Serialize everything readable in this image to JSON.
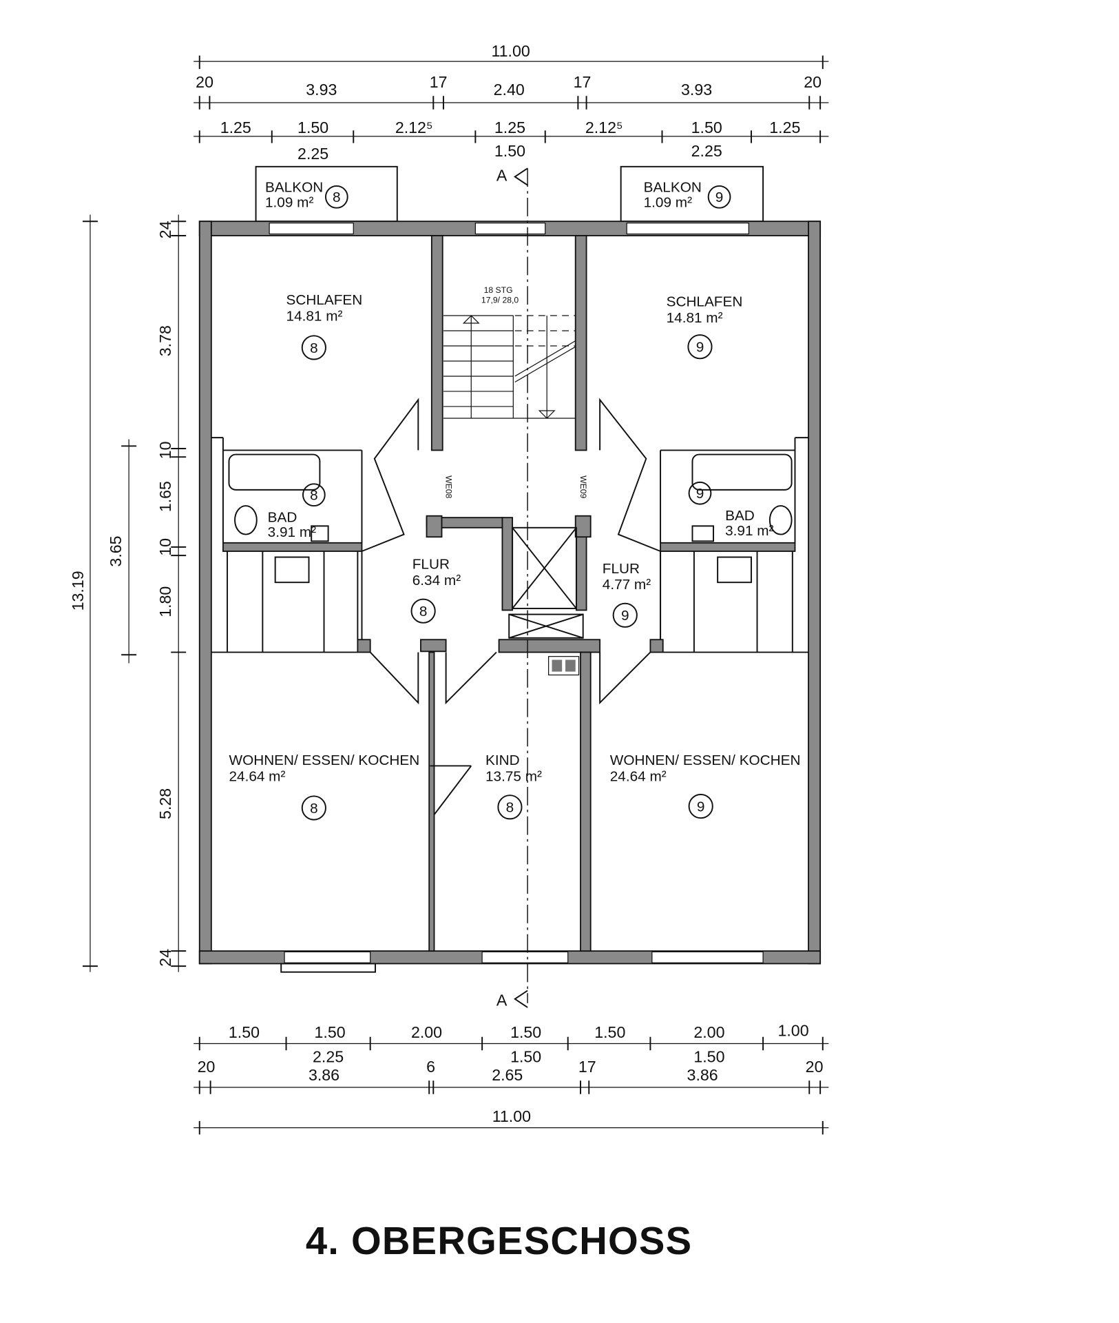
{
  "title": "4. OBERGESCHOSS",
  "dims_top": [
    "11.00",
    "20",
    "3.93",
    "17",
    "2.40",
    "17",
    "3.93",
    "20",
    "1.25",
    "1.50",
    "2.12⁵",
    "1.25",
    "2.12⁵",
    "1.50",
    "1.25",
    "2.25",
    "1.50",
    "2.25"
  ],
  "dims_left": [
    "13.19",
    "3.65",
    "24",
    "3.78",
    "10",
    "1.65",
    "10",
    "1.80",
    "5.28",
    "24"
  ],
  "dims_bottom": [
    "1.50",
    "1.50",
    "2.00",
    "1.50",
    "1.50",
    "2.00",
    "1.00",
    "2.25",
    "1.50",
    "1.50",
    "20",
    "3.86",
    "6",
    "2.65",
    "17",
    "3.86",
    "20",
    "11.00"
  ],
  "section_marks": [
    "A",
    "A"
  ],
  "stair": {
    "label": "18 STG",
    "ratio": "17,9/ 28,0"
  },
  "unit_labels": [
    "WE08",
    "WE09"
  ],
  "rooms": {
    "balkon8": {
      "name": "BALKON",
      "area": "1.09 m²",
      "unit": "8"
    },
    "balkon9": {
      "name": "BALKON",
      "area": "1.09 m²",
      "unit": "9"
    },
    "schlafen8": {
      "name": "SCHLAFEN",
      "area": "14.81 m²",
      "unit": "8"
    },
    "schlafen9": {
      "name": "SCHLAFEN",
      "area": "14.81 m²",
      "unit": "9"
    },
    "bad8": {
      "name": "BAD",
      "area": "3.91 m²",
      "unit": "8"
    },
    "bad9": {
      "name": "BAD",
      "area": "3.91 m²",
      "unit": "9"
    },
    "flur8": {
      "name": "FLUR",
      "area": "6.34 m²",
      "unit": "8"
    },
    "flur9": {
      "name": "FLUR",
      "area": "4.77 m²",
      "unit": "9"
    },
    "wohnen8": {
      "name": "WOHNEN/ ESSEN/ KOCHEN",
      "area": "24.64 m²",
      "unit": "8"
    },
    "wohnen9": {
      "name": "WOHNEN/ ESSEN/ KOCHEN",
      "area": "24.64 m²",
      "unit": "9"
    },
    "kind8": {
      "name": "KIND",
      "area": "13.75 m²",
      "unit": "8"
    }
  }
}
